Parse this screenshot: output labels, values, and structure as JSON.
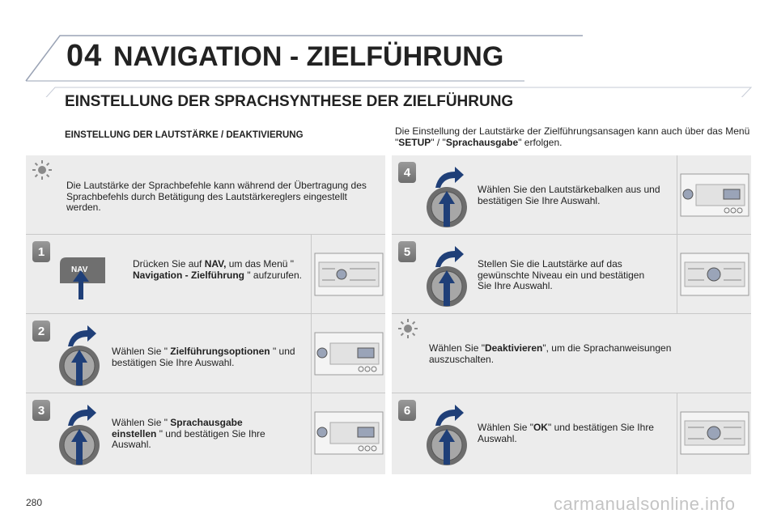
{
  "header": {
    "chapter_number": "04",
    "chapter_title": "NAVIGATION - ZIELFÜHRUNG"
  },
  "section_title": "EINSTELLUNG DER SPRACHSYNTHESE DER ZIELFÜHRUNG",
  "subsection_title": "EINSTELLUNG DER LAUTSTÄRKE / DEAKTIVIERUNG",
  "info_note": {
    "pre": "Die Einstellung der Lautstärke der Zielführungsansagen kann auch über das Menü \"",
    "menu1": "SETUP",
    "mid": "\" / \"",
    "menu2": "Sprachausgabe",
    "post": "\" erfolgen."
  },
  "left_steps": {
    "tip": {
      "text": "Die Lautstärke der Sprachbefehle kann während der Übertragung des Sprachbefehls durch Betätigung des Lautstärkereglers eingestellt werden."
    },
    "step1": {
      "number": "1",
      "pre": "Drücken Sie auf ",
      "bold1": "NAV,",
      "mid": " um das Menü \" ",
      "bold2": "Navigation - Zielführung",
      "post": " \" aufzurufen.",
      "button_label": "NAV"
    },
    "step2": {
      "number": "2",
      "pre": "Wählen Sie \" ",
      "bold": "Zielführungsoptionen",
      "post": " \" und bestätigen Sie Ihre Auswahl."
    },
    "step3": {
      "number": "3",
      "pre": "Wählen Sie \" ",
      "bold": "Sprachausgabe einstellen",
      "post": " \" und bestätigen Sie Ihre Auswahl."
    }
  },
  "right_steps": {
    "step4": {
      "number": "4",
      "text": "Wählen Sie den Lautstärkebalken aus und bestätigen Sie Ihre Auswahl."
    },
    "step5": {
      "number": "5",
      "text": "Stellen Sie die Lautstärke auf das gewünschte Niveau ein und bestätigen Sie Ihre Auswahl."
    },
    "tip": {
      "pre": "Wählen Sie \"",
      "bold": "Deaktivieren",
      "post": "\", um die Sprachanweisungen auszuschalten."
    },
    "step6": {
      "number": "6",
      "pre": "Wählen Sie \"",
      "bold": "OK",
      "post": "\" und bestätigen Sie Ihre Auswahl."
    }
  },
  "footer": {
    "page_number": "280",
    "watermark": "carmanualsonline.info"
  },
  "colors": {
    "panel_bg": "#ececec",
    "knob_arrow": "#1f3f78",
    "header_line": "#9aa3b5"
  }
}
